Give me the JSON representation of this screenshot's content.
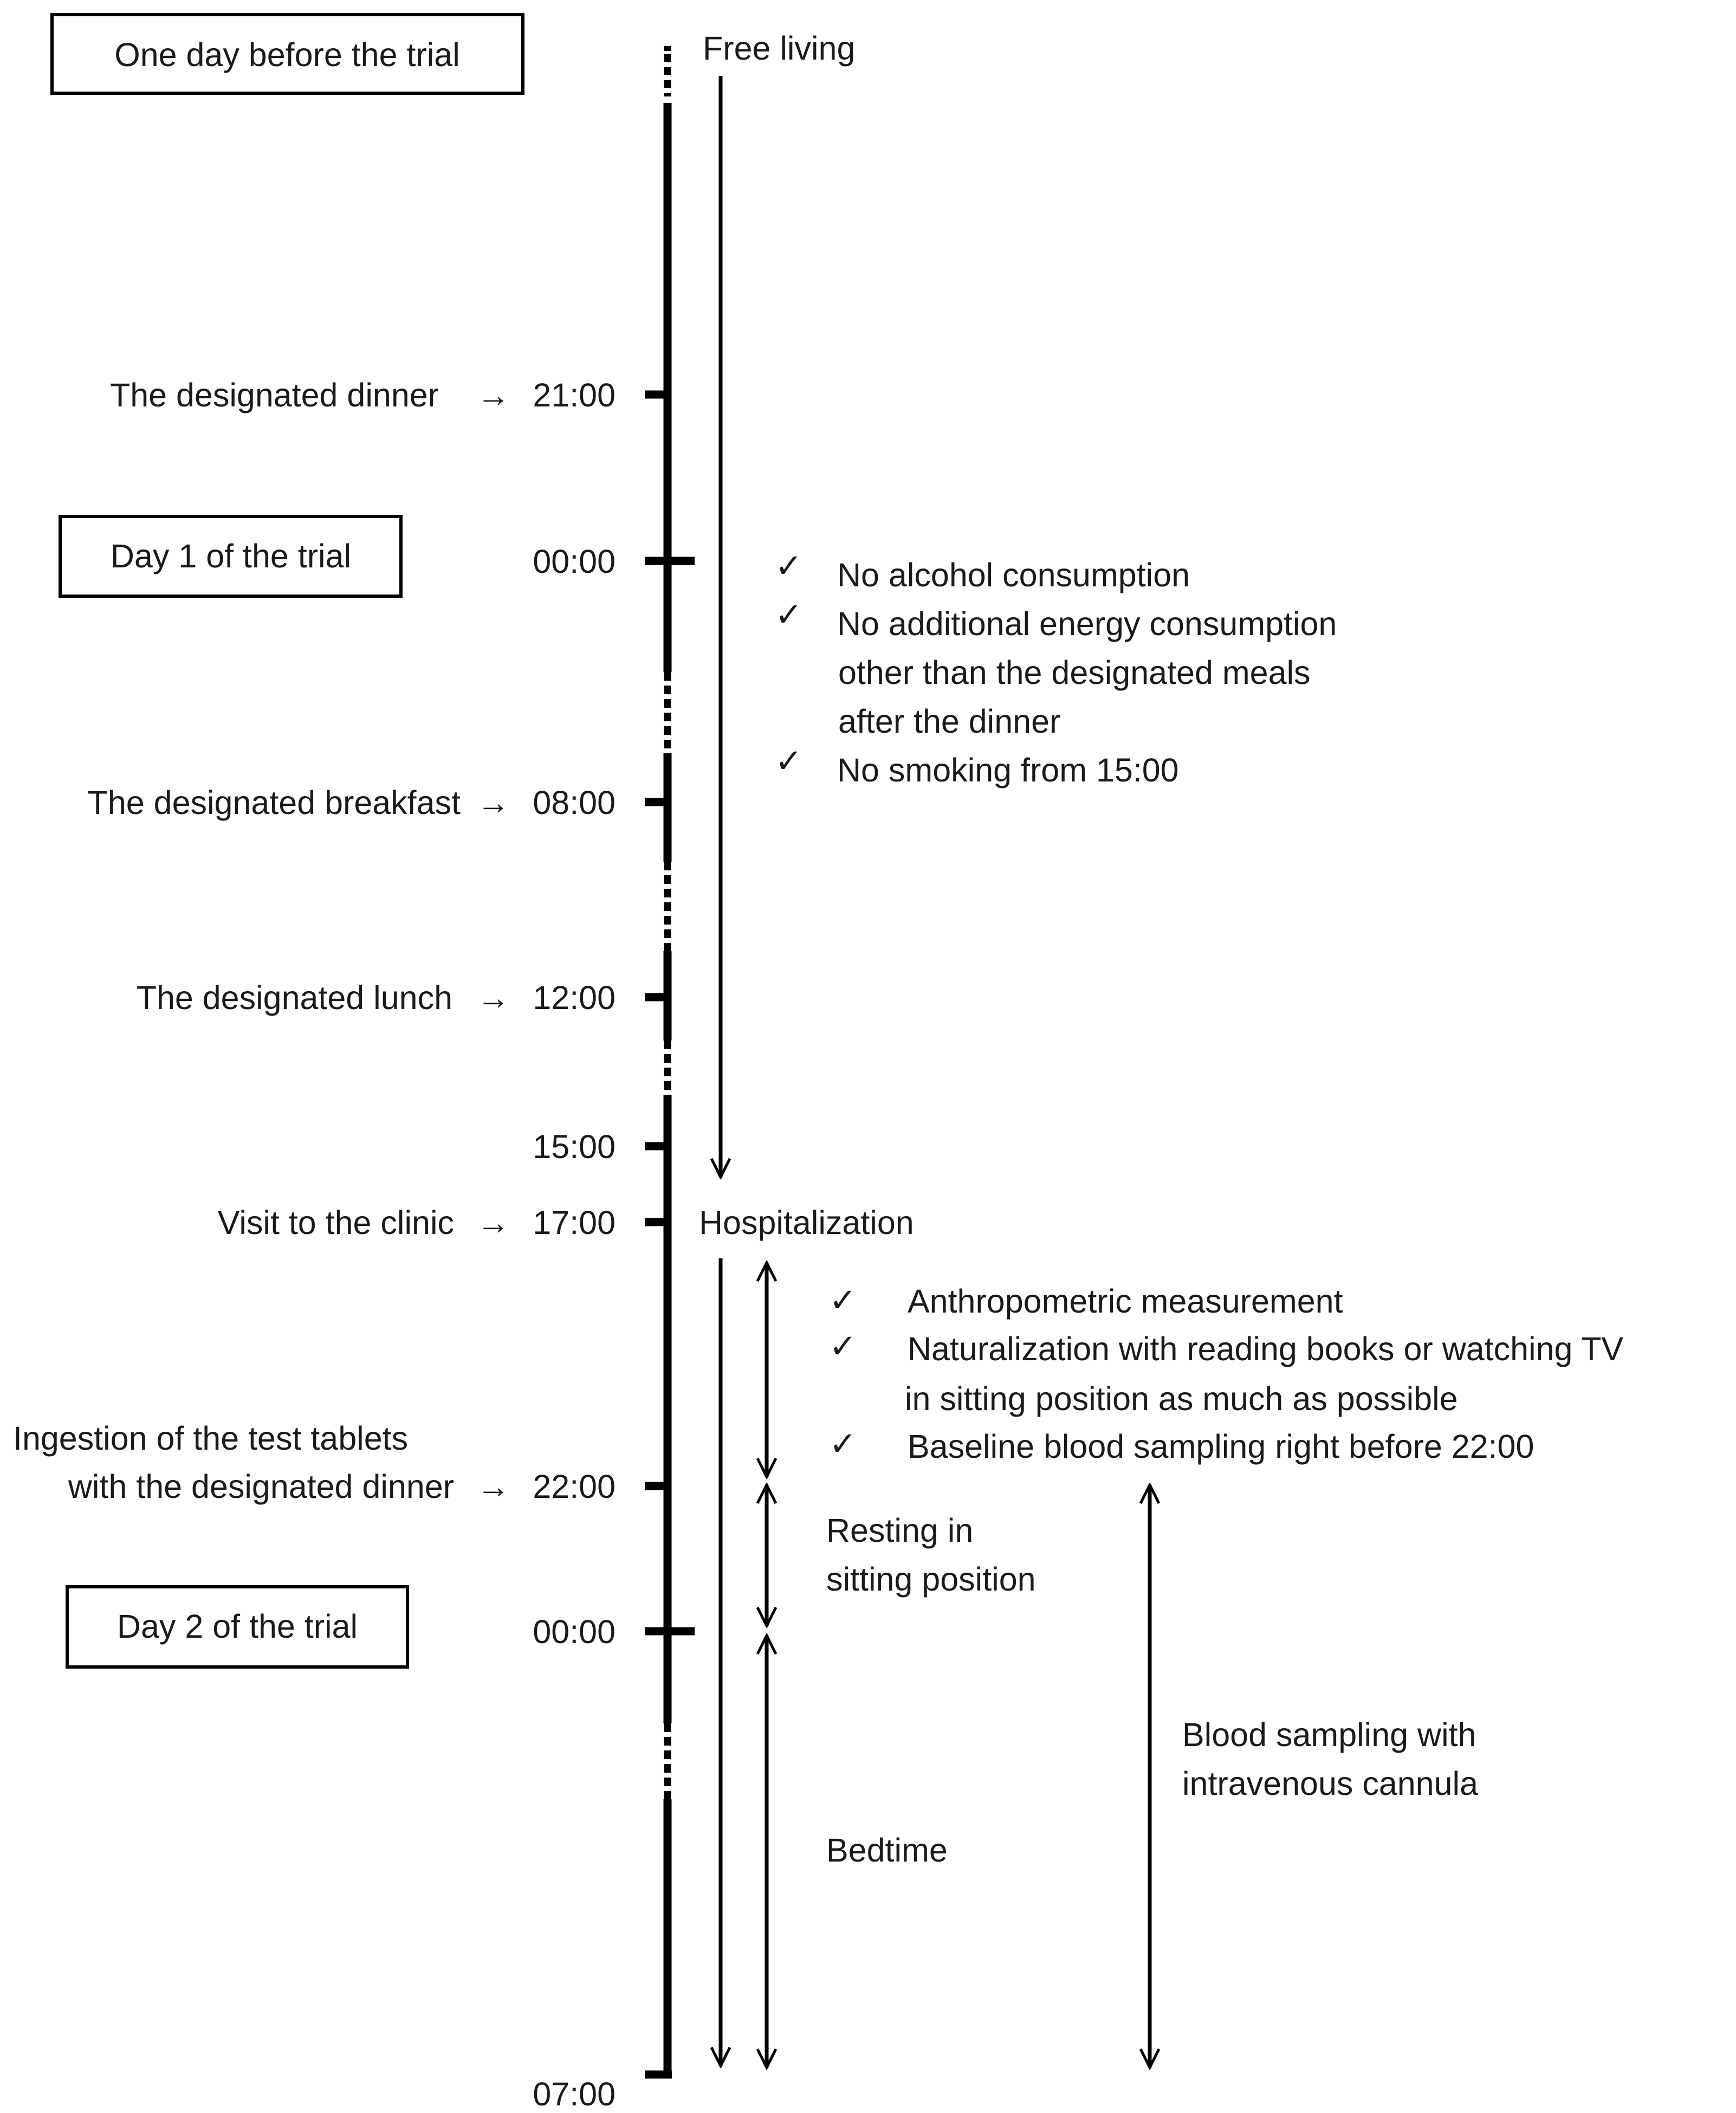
{
  "periods": {
    "one_day_before": "One day before the trial",
    "day1": "Day 1 of the trial",
    "day2": "Day 2 of the trial"
  },
  "times": {
    "t2100": "21:00",
    "t0000a": "00:00",
    "t0800": "08:00",
    "t1200": "12:00",
    "t1500": "15:00",
    "t1700": "17:00",
    "t2200": "22:00",
    "t0000b": "00:00",
    "t0700": "07:00"
  },
  "events": {
    "dinner": "The designated dinner",
    "breakfast": "The designated breakfast",
    "lunch": "The designated lunch",
    "visit": "Visit to the clinic",
    "ingestion_line1": "Ingestion of the test tablets",
    "ingestion_line2": "with the designated dinner",
    "arrow": "→"
  },
  "phases": {
    "free_living": "Free living",
    "hospitalization": "Hospitalization",
    "resting_line1": "Resting in",
    "resting_line2": "sitting position",
    "bedtime": "Bedtime",
    "blood_line1": "Blood sampling with",
    "blood_line2": "intravenous cannula"
  },
  "free_living_rules": {
    "check": "✓",
    "rule1": "No alcohol consumption",
    "rule2_line1": "No additional energy consumption",
    "rule2_line2": "other than the designated meals",
    "rule2_line3": "after the dinner",
    "rule3": "No smoking from 15:00"
  },
  "hospital_rules": {
    "check": "✓",
    "rule1": "Anthropometric measurement",
    "rule2_line1": "Naturalization with reading books or watching TV",
    "rule2_line2": "in sitting position as much as possible",
    "rule3": "Baseline blood sampling right before 22:00"
  }
}
